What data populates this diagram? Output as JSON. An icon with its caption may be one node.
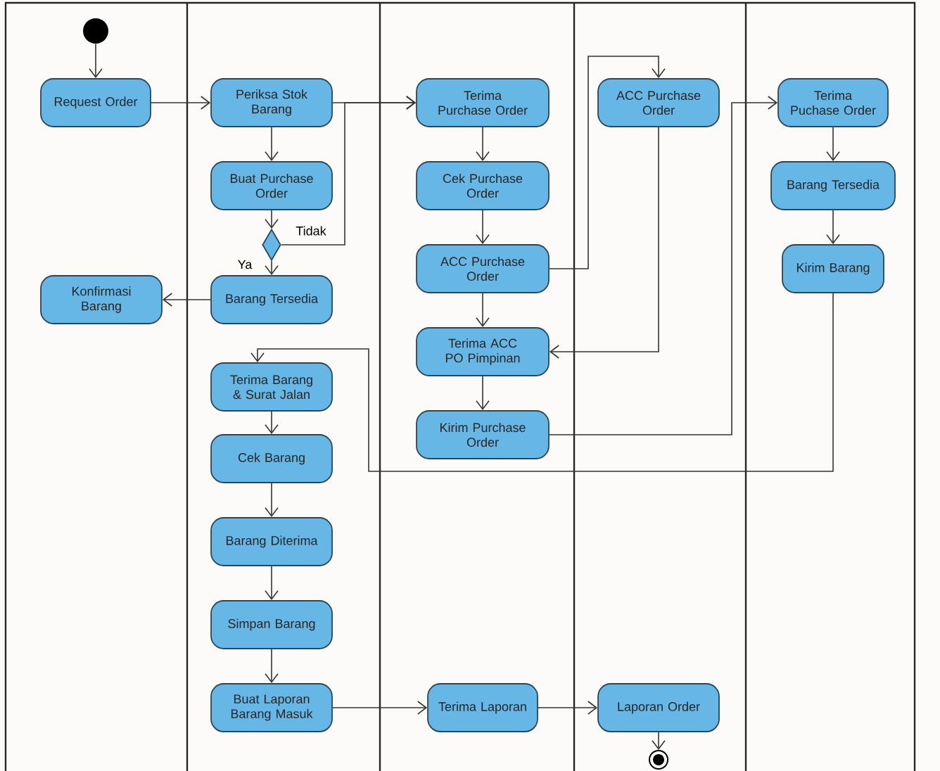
{
  "diagram": {
    "nodes": [
      {
        "text": [],
        "shape": "circle"
      },
      {
        "text": [
          "Request Order"
        ]
      },
      {
        "text": [
          "Periksa Stok Barang"
        ]
      },
      {
        "text": [
          "Buat Purchase Order"
        ]
      },
      {
        "text": [],
        "shape": "diamond"
      },
      {
        "text": [
          "Barang Tersedia"
        ]
      },
      {
        "text": [
          "Konfirmasi Barang"
        ]
      },
      {
        "text": [
          "Terima Barang & Surat Jalan"
        ]
      },
      {
        "text": [
          "Cek Barang"
        ]
      },
      {
        "text": [
          "Barang Diterima"
        ]
      },
      {
        "text": [
          "Simpan Barang"
        ]
      },
      {
        "text": [
          "Buat Laporan Barang Masuk"
        ]
      },
      {
        "text": [
          "Terima Purchase Order"
        ]
      },
      {
        "text": [
          "Cek Purchase Order"
        ]
      },
      {
        "text": [
          "ACC Purchase Order"
        ]
      },
      {
        "text": [
          "Terima ACC PO Pimpinan"
        ]
      },
      {
        "text": [
          "Kirim Purchase Order"
        ]
      },
      {
        "text": [
          "Terima Laporan"
        ]
      },
      {
        "text": [
          "ACC Purchase Order"
        ]
      },
      {
        "text": [
          "Laporan Order"
        ]
      },
      {
        "text": [],
        "shape": "bullseye"
      },
      {
        "text": [
          "Terima Puchase Order"
        ]
      },
      {
        "text": [
          "Barang Tersedia"
        ]
      },
      {
        "text": [
          "Kirim Barang"
        ]
      }
    ],
    "edges": [
      {
        "from": 0,
        "to": 1,
        "arrow": "to"
      },
      {
        "from": 1,
        "to": 2,
        "arrow": "to"
      },
      {
        "from": 2,
        "to": 3,
        "arrow": "to"
      },
      {
        "from": 3,
        "to": 4,
        "arrow": "to"
      },
      {
        "from": 4,
        "to": 5,
        "arrow": "to",
        "label": "Ya"
      },
      {
        "from": 4,
        "to": 12,
        "arrow": "to",
        "label": "Tidak"
      },
      {
        "from": 2,
        "to": 12,
        "arrow": "to"
      },
      {
        "from": 5,
        "to": 6,
        "arrow": "to"
      },
      {
        "from": 12,
        "to": 13,
        "arrow": "to"
      },
      {
        "from": 13,
        "to": 14,
        "arrow": "to"
      },
      {
        "from": 14,
        "to": 15,
        "arrow": "to"
      },
      {
        "from": 15,
        "to": 16,
        "arrow": "to"
      },
      {
        "from": 14,
        "to": 18,
        "arrow": "to"
      },
      {
        "from": 18,
        "to": 15,
        "arrow": "to"
      },
      {
        "from": 16,
        "to": 21,
        "arrow": "to"
      },
      {
        "from": 21,
        "to": 22,
        "arrow": "to"
      },
      {
        "from": 22,
        "to": 23,
        "arrow": "to"
      },
      {
        "from": 23,
        "to": 7,
        "arrow": "to"
      },
      {
        "from": 7,
        "to": 8,
        "arrow": "to"
      },
      {
        "from": 8,
        "to": 9,
        "arrow": "to"
      },
      {
        "from": 9,
        "to": 10,
        "arrow": "to"
      },
      {
        "from": 10,
        "to": 11,
        "arrow": "to"
      },
      {
        "from": 11,
        "to": 17,
        "arrow": "to"
      },
      {
        "from": 17,
        "to": 19,
        "arrow": "to"
      },
      {
        "from": 19,
        "to": 20,
        "arrow": "to"
      }
    ]
  }
}
